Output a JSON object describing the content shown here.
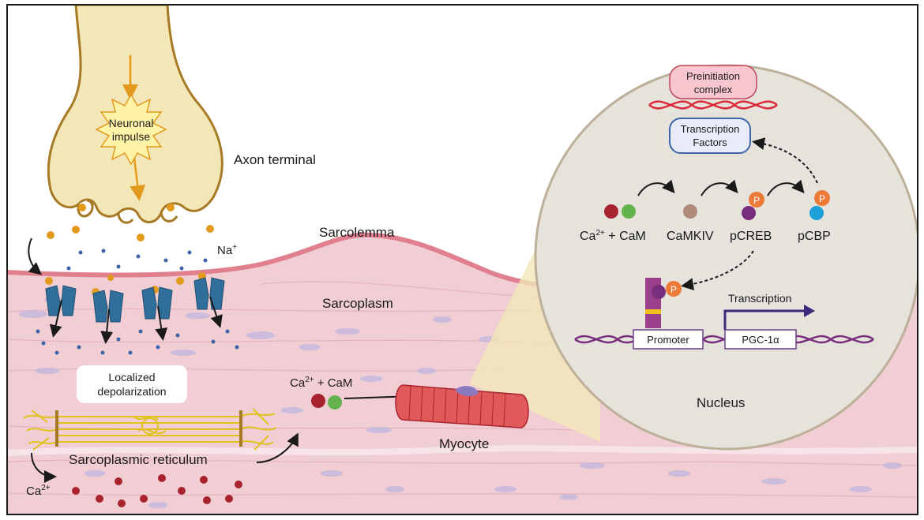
{
  "labels": {
    "neuronal_impulse_1": "Neuronal",
    "neuronal_impulse_2": "impulse",
    "axon_terminal": "Axon terminal",
    "sarcolemma": "Sarcolemma",
    "sarcoplasm": "Sarcoplasm",
    "na": "Na",
    "na_sup": "+",
    "localized_1": "Localized",
    "localized_2": "depolarization",
    "sarcoplasmic_reticulum": "Sarcoplasmic reticulum",
    "ca": "Ca",
    "ca_sup": "2+",
    "ca_cam_ca": "Ca",
    "ca_cam_sup": "2+",
    "ca_cam_rest": " + CaM",
    "myocyte": "Myocyte",
    "nucleus": "Nucleus"
  },
  "nucleus": {
    "preinitiation_1": "Preinitiation",
    "preinitiation_2": "complex",
    "tf_1": "Transcription",
    "tf_2": "Factors",
    "step_ca": "Ca",
    "step_ca_sup": "2+",
    "step_ca_rest": " + CaM",
    "step_camkiv": "CaMKIV",
    "step_pcreb": "pCREB",
    "step_pcbp": "pCBP",
    "p_marker": "P",
    "transcription": "Transcription",
    "promoter": "Promoter",
    "pgc": "PGC-1α"
  },
  "colors": {
    "frame": "#1a1a1a",
    "tissue": "#f1cdd4",
    "sarcolemma": "#e0808f",
    "axon_fill": "#f3e7b8",
    "axon_stroke": "#a67a24",
    "na_dot": "#e39a1c",
    "small_dot": "#3d64a6",
    "channel": "#2f6f9a",
    "ca_dot": "#a8232e",
    "cam_green": "#63b34c",
    "nucleus_fill": "#e6e3dc",
    "nucleus_stroke": "#bdb09a",
    "p_orange": "#ee7a3a",
    "dna_red": "#dd2a3a",
    "dna_purple": "#7a2e7e",
    "promoter_box": "#6a3f8a"
  }
}
